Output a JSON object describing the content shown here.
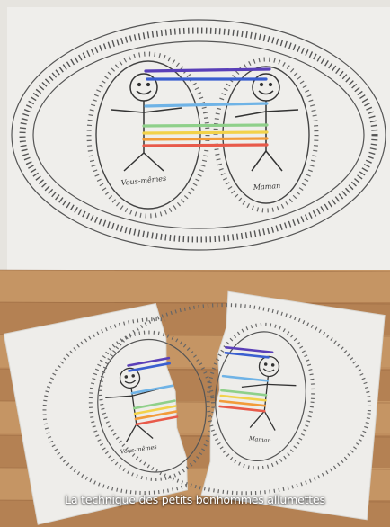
{
  "caption": "La technique des petits bonhommes allumettes",
  "labels": {
    "left_person": "Vous-mêmes",
    "right_person": "Maman"
  },
  "colors": {
    "paper": "#ecebe8",
    "wood_light": "#c99a6a",
    "wood_dark": "#a9764a",
    "cord_violet": "#5a3fb8",
    "cord_indigo": "#3a5fd0",
    "cord_blue": "#6fb3e6",
    "cord_green": "#8fd08a",
    "cord_yellow": "#f2d24a",
    "cord_orange": "#f29b3a",
    "cord_red": "#e85a4a",
    "ink": "#333333"
  }
}
